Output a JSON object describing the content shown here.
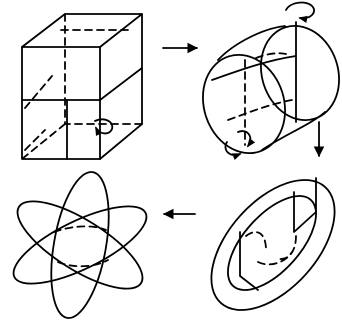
{
  "diagram": {
    "stroke_color": "#000000",
    "background_color": "#ffffff",
    "panels": [
      {
        "id": "cube",
        "icon": "wireframe-cube"
      },
      {
        "id": "cylinder",
        "icon": "twisted-cylinder"
      },
      {
        "id": "torus",
        "icon": "flattened-torus"
      },
      {
        "id": "interlocked-rings",
        "icon": "three-interlocked-ellipses"
      }
    ],
    "arrows": [
      {
        "from": "cube",
        "to": "cylinder",
        "direction": "right"
      },
      {
        "from": "cylinder",
        "to": "torus",
        "direction": "down"
      },
      {
        "from": "torus",
        "to": "interlocked-rings",
        "direction": "left"
      }
    ]
  }
}
